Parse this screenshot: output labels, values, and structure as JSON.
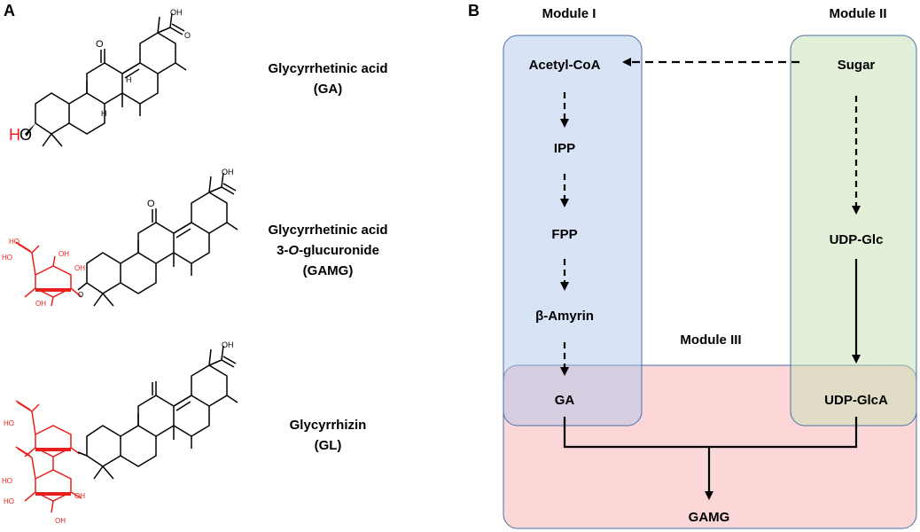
{
  "panel_a": {
    "letter": "A",
    "compounds": [
      {
        "name": "Glycyrrhetinic acid",
        "abbrev": "(GA)"
      },
      {
        "name_parts": [
          "Glycyrrhetinic acid",
          "3-",
          "O",
          "-glucuronide"
        ],
        "abbrev": "(GAMG)"
      },
      {
        "name": "Glycyrrhizin",
        "abbrev": "(GL)"
      }
    ],
    "atoms": {
      "oh": "OH",
      "ho": "HO",
      "ho_h": "H",
      "ho_o": "O",
      "h": "H",
      "o": "O"
    }
  },
  "panel_b": {
    "letter": "B",
    "modules": [
      "Module I",
      "Module II",
      "Module III"
    ],
    "nodes": {
      "acetyl_coa": "Acetyl-CoA",
      "ipp": "IPP",
      "fpp": "FPP",
      "beta_amyrin": "β-Amyrin",
      "ga": "GA",
      "sugar": "Sugar",
      "udp_glc": "UDP-Glc",
      "udp_glca": "UDP-GlcA",
      "gamg": "GAMG"
    },
    "colors": {
      "module1_fill": "#dae5f3",
      "module2_fill": "#e2efd9",
      "module3_fill": "#fbd3d3",
      "border": "#4a6fa5",
      "sugar_red": "#e8201b"
    }
  }
}
